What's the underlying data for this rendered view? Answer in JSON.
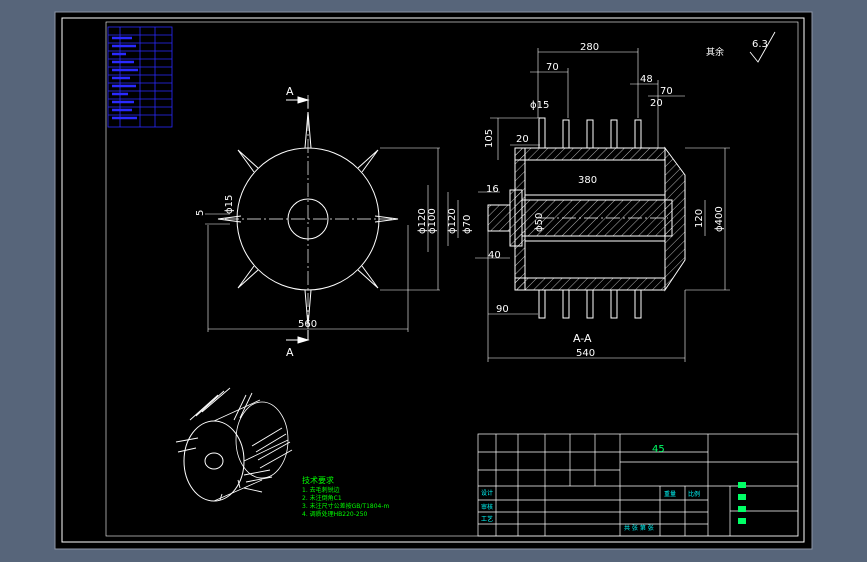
{
  "colors": {
    "background": "#57657a",
    "paper": "#000000",
    "line": "#ffffff",
    "hatch": "#ffffff",
    "table_blue": "#2a2aff",
    "note_green": "#00ff00",
    "title_cyan": "#00ffff",
    "title_green": "#00ff66"
  },
  "front_view": {
    "section_label_top": "A",
    "section_label_bottom": "A",
    "dim_outer_diameter": "560",
    "dim_small_hole": "5",
    "dim_bore": "ϕ15"
  },
  "side_view": {
    "dim_total_top": "280",
    "dim_70_left": "70",
    "dim_48": "48",
    "dim_20_top": "20",
    "dim_70_right": "70",
    "dim_phi15": "ϕ15",
    "dim_105": "105",
    "dim_20_side": "20",
    "dim_380": "380",
    "dim_16": "16",
    "dim_phi120_a": "ϕ120",
    "dim_phi100": "ϕ100",
    "dim_phi120_b": "ϕ120",
    "dim_phi70": "ϕ70",
    "dim_phi50": "ϕ50",
    "dim_40": "40",
    "dim_120": "120",
    "dim_phi400": "ϕ400",
    "dim_90": "90",
    "dim_540": "540",
    "section_label": "A-A",
    "roughness_value": "6.3",
    "roughness_prefix": "其余"
  },
  "notes": {
    "title": "技术要求",
    "items": [
      "1. 去毛刺锐边",
      "2. 未注倒角C1",
      "3. 未注尺寸公差按GB/T1804-m",
      "4. 调质处理HB220-250"
    ]
  },
  "title_block": {
    "material": "45",
    "designer_label": "设计",
    "checker_label": "审核",
    "process_label": "工艺",
    "scale_label": "比例",
    "weight_label": "重量",
    "sheet_label": "共 张 第 张"
  }
}
